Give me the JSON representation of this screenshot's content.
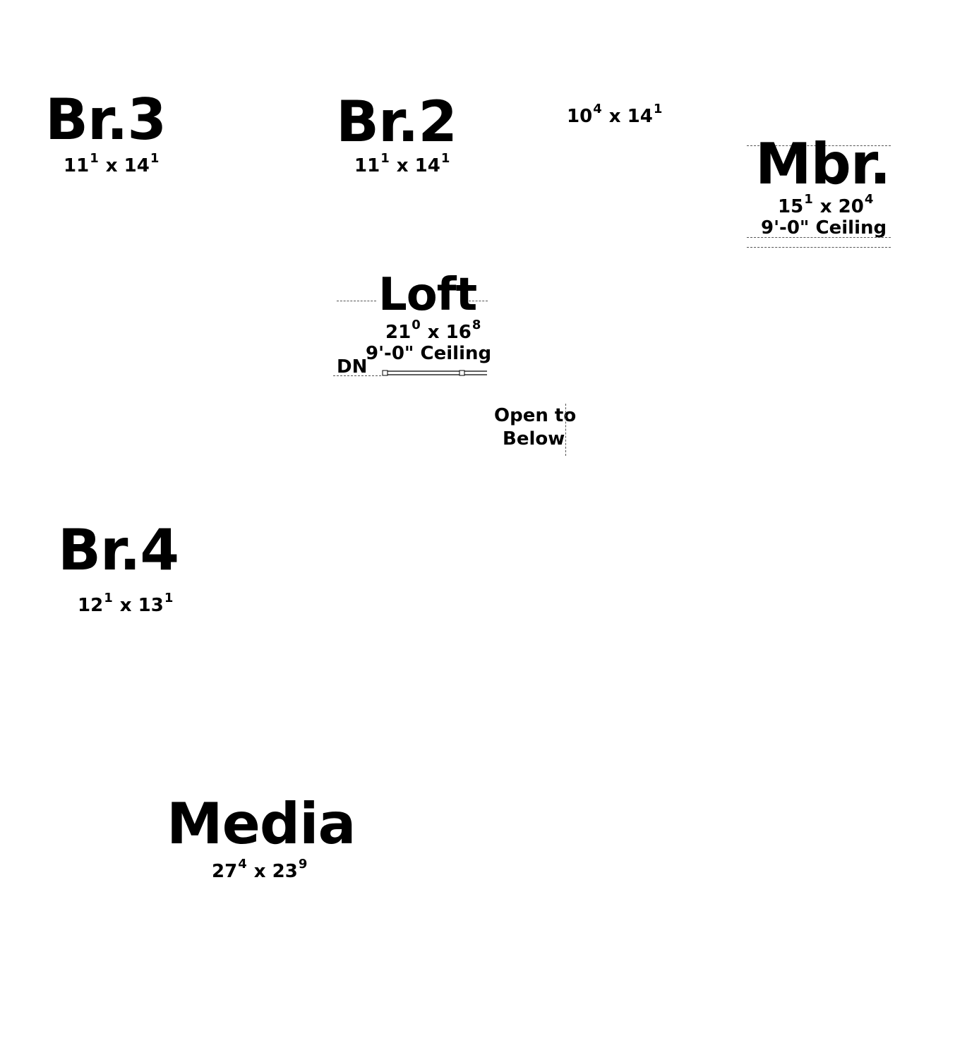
{
  "rooms": {
    "br3": {
      "name": "Br.3",
      "w": "11",
      "w_sup": "1",
      "x": "x",
      "d": "14",
      "d_sup": "1"
    },
    "br2": {
      "name": "Br.2",
      "w": "11",
      "w_sup": "1",
      "x": "x",
      "d": "14",
      "d_sup": "1"
    },
    "closet": {
      "w": "10",
      "w_sup": "4",
      "x": "x",
      "d": "14",
      "d_sup": "1"
    },
    "mbr": {
      "name": "Mbr.",
      "w": "15",
      "w_sup": "1",
      "x": "x",
      "d": "20",
      "d_sup": "4",
      "ceiling": "9'-0\" Ceiling"
    },
    "loft": {
      "name": "Loft",
      "w": "21",
      "w_sup": "0",
      "x": "x",
      "d": "16",
      "d_sup": "8",
      "ceiling": "9'-0\" Ceiling"
    },
    "br4": {
      "name": "Br.4",
      "w": "12",
      "w_sup": "1",
      "x": "x",
      "d": "13",
      "d_sup": "1"
    },
    "media": {
      "name": "Media",
      "w": "27",
      "w_sup": "4",
      "x": "x",
      "d": "23",
      "d_sup": "9"
    }
  },
  "labels": {
    "stair_dn": "DN",
    "open_to_line1": "Open to",
    "open_to_line2": "Below"
  }
}
